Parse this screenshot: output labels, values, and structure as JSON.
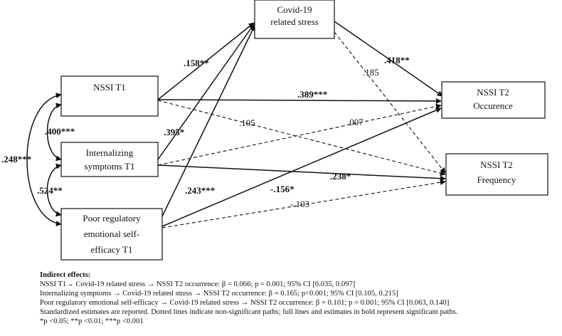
{
  "diagram": {
    "nodes": {
      "covid": {
        "lines": [
          "Covid-19",
          "related stress"
        ]
      },
      "nssi_t1": {
        "lines": [
          "NSSI T1"
        ]
      },
      "internalizing": {
        "lines": [
          "Internalizing",
          "symptoms T1"
        ]
      },
      "poor_reg": {
        "lines": [
          "Poor regulatory",
          "emotional self-",
          "efficacy T1"
        ]
      },
      "nssi_t2_occ": {
        "lines": [
          "NSSI T2",
          "Occurence"
        ]
      },
      "nssi_t2_freq": {
        "lines": [
          "NSSI T2",
          "Frequency"
        ]
      }
    },
    "paths": [
      {
        "from": "nssi_t1",
        "to": "covid",
        "estimate": ".158**",
        "significant": true
      },
      {
        "from": "internalizing",
        "to": "covid",
        "estimate": ".395*",
        "significant": true
      },
      {
        "from": "poor_reg",
        "to": "covid",
        "estimate": ".243***",
        "significant": true
      },
      {
        "from": "covid",
        "to": "nssi_t2_occ",
        "estimate": ".418**",
        "significant": true
      },
      {
        "from": "covid",
        "to": "nssi_t2_freq",
        "estimate": ".185",
        "significant": false
      },
      {
        "from": "nssi_t1",
        "to": "nssi_t2_occ",
        "estimate": ".389***",
        "significant": true
      },
      {
        "from": "nssi_t1",
        "to": "nssi_t2_freq",
        "estimate": ".105",
        "significant": false
      },
      {
        "from": "internalizing",
        "to": "nssi_t2_occ",
        "estimate": ".007",
        "significant": false
      },
      {
        "from": "internalizing",
        "to": "nssi_t2_freq",
        "estimate": ".238*",
        "significant": true
      },
      {
        "from": "poor_reg",
        "to": "nssi_t2_occ",
        "estimate": "-.156*",
        "significant": true
      },
      {
        "from": "poor_reg",
        "to": "nssi_t2_freq",
        "estimate": "-.103",
        "significant": false
      }
    ],
    "correlations": [
      {
        "between": [
          "nssi_t1",
          "internalizing"
        ],
        "estimate": ".400***"
      },
      {
        "between": [
          "internalizing",
          "poor_reg"
        ],
        "estimate": ".524**"
      },
      {
        "between": [
          "nssi_t1",
          "poor_reg"
        ],
        "estimate": ".248***"
      }
    ]
  },
  "notes": {
    "heading": "Indirect effects:",
    "line1": "NSSI T1→ Covid-19 related stress → NSSI T2 occurrence: β = 0.066; p = 0.001; 95% CI [0.035, 0.097]",
    "line2": "Internalizing symptoms → Covid-19 related stress → NSSI T2 occurrence: β = 0.165; p<0.001; 95% CI [0.105, 0.215]",
    "line3": "Poor regulatory emotional self-efficacy → Covid-19 related stress → NSSI T2 occurrence: β = 0.101; p = 0.001; 95% CI [0.063, 0.140]",
    "line4": "Standardized estimates are reported. Dotted lines indicate non-significant paths; full lines and estimates in bold represent significant paths.",
    "sig1": "*p <0.05;",
    "sig2": "**p <0.01;",
    "sig3": "***p <0.001"
  }
}
